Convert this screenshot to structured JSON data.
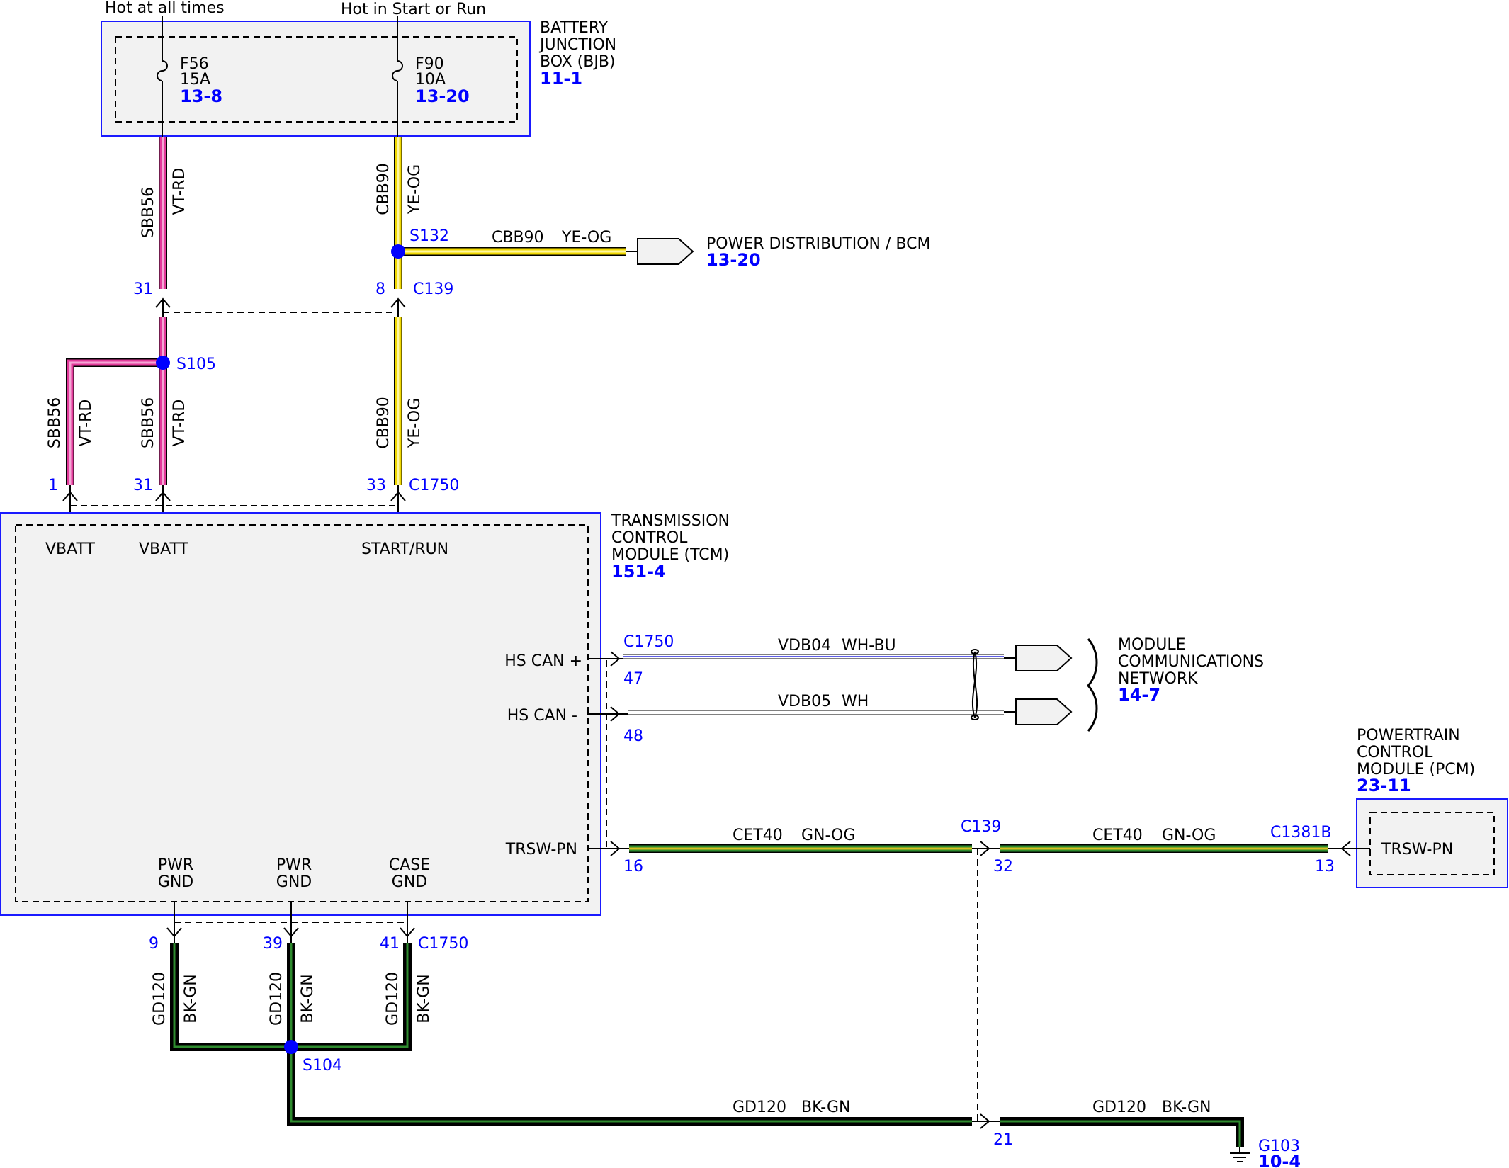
{
  "header": {
    "hot_at_all_times": "Hot at all times",
    "hot_in_start_run": "Hot in Start or Run"
  },
  "bjb": {
    "name_lines": [
      "BATTERY",
      "JUNCTION",
      "BOX (BJB)"
    ],
    "ref": "11-1",
    "fuses": [
      {
        "id": "F56",
        "rating": "15A",
        "ref": "13-8"
      },
      {
        "id": "F90",
        "rating": "10A",
        "ref": "13-20"
      }
    ]
  },
  "wires": {
    "sbb56": {
      "circuit": "SBB56",
      "color": "VT-RD"
    },
    "cbb90": {
      "circuit": "CBB90",
      "color": "YE-OG"
    },
    "vdb04": {
      "circuit": "VDB04",
      "color": "WH-BU"
    },
    "vdb05": {
      "circuit": "VDB05",
      "color": "WH"
    },
    "cet40": {
      "circuit": "CET40",
      "color": "GN-OG"
    },
    "gd120": {
      "circuit": "GD120",
      "color": "BK-GN"
    }
  },
  "splices": {
    "s132": "S132",
    "s105": "S105",
    "s104": "S104"
  },
  "connectors": {
    "c139": "C139",
    "c1750": "C1750",
    "c1381b": "C1381B"
  },
  "pins": {
    "c139_pin8": "8",
    "c139_pin32": "32",
    "c139_pin21": "21",
    "sbb56_upper": "31",
    "tcm_pin1": "1",
    "tcm_pin31": "31",
    "tcm_pin33": "33",
    "tcm_pin47": "47",
    "tcm_pin48": "48",
    "tcm_pin16": "16",
    "tcm_pin9": "9",
    "tcm_pin39": "39",
    "tcm_pin41": "41",
    "pcm_pin13": "13"
  },
  "power_distribution": {
    "name": "POWER DISTRIBUTION / BCM",
    "ref": "13-20"
  },
  "tcm": {
    "name_lines": [
      "TRANSMISSION",
      "CONTROL",
      "MODULE (TCM)"
    ],
    "ref": "151-4",
    "vbatt": "VBATT",
    "start_run": "START/RUN",
    "hs_can_plus": "HS CAN +",
    "hs_can_minus": "HS CAN -",
    "trsw_pn": "TRSW-PN",
    "pwr_gnd": [
      "PWR",
      "GND"
    ],
    "case_gnd": [
      "CASE",
      "GND"
    ]
  },
  "mcn": {
    "name_lines": [
      "MODULE",
      "COMMUNICATIONS",
      "NETWORK"
    ],
    "ref": "14-7"
  },
  "pcm": {
    "name_lines": [
      "POWERTRAIN",
      "CONTROL",
      "MODULE (PCM)"
    ],
    "ref": "23-11",
    "pin_label": "TRSW-PN"
  },
  "ground": {
    "id": "G103",
    "ref": "10-4"
  },
  "colors": {
    "vt_rd_base": "#e23a9a",
    "vt_rd_stripe": "#f5a6d6",
    "ye_og_base": "#f0d800",
    "ye_og_stripe": "#fff7a0",
    "gn_og_base": "#2e8b2e",
    "gn_og_stripe": "#d6c020",
    "bk_gn_base": "#111111",
    "bk_gn_stripe": "#2e8b2e",
    "splice": "#0000ff",
    "ref_blue": "#0000ff",
    "box_border": "#1a1aff"
  }
}
